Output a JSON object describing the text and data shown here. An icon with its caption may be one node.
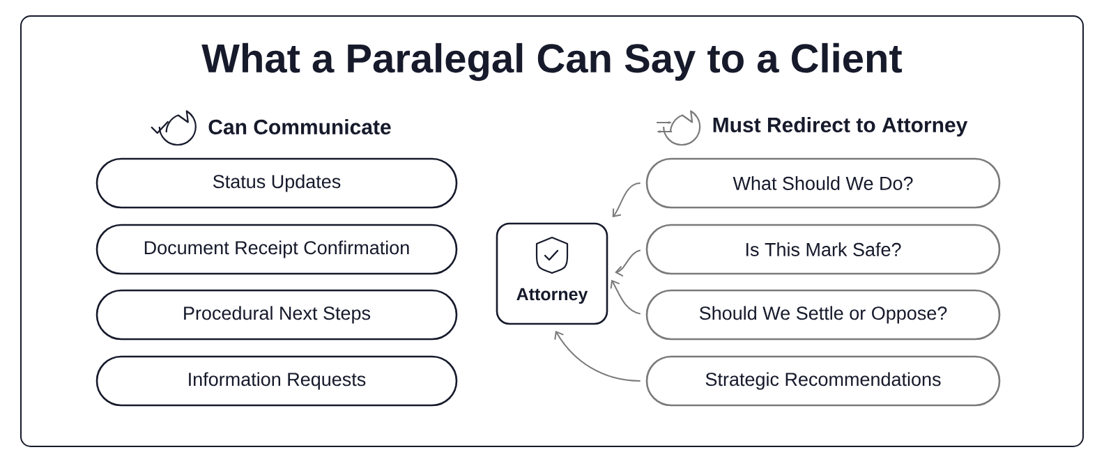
{
  "diagram": {
    "title": "What a Paralegal Can Say to a Client",
    "nodes": [
      {
        "text": [
          "Status Updates"
        ]
      },
      {
        "text": [
          "Document Receipt Confirmation"
        ]
      },
      {
        "text": [
          "Procedural Next Steps"
        ]
      },
      {
        "text": [
          "Information Requests"
        ]
      },
      {
        "text": [
          "Attorney"
        ]
      },
      {
        "text": [
          "What Should We Do?"
        ]
      },
      {
        "text": [
          "Is This Mark Safe?"
        ]
      },
      {
        "text": [
          "Should We Settle or Oppose?"
        ]
      },
      {
        "text": [
          "Strategic Recommendations"
        ]
      }
    ],
    "edges": [
      {
        "from": 5,
        "to": 4,
        "arrow": "to"
      },
      {
        "from": 6,
        "to": 4,
        "arrow": "to"
      },
      {
        "from": 7,
        "to": 4,
        "arrow": "to"
      },
      {
        "from": 8,
        "to": 4,
        "arrow": "to"
      }
    ],
    "labels": [
      "Can Communicate",
      "Must Redirect to Attorney"
    ]
  }
}
